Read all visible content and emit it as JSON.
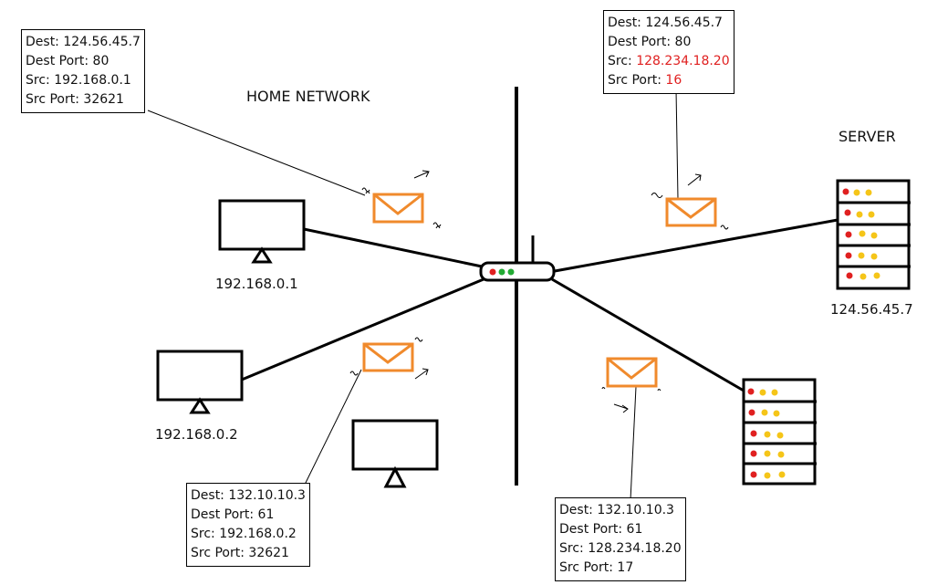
{
  "titles": {
    "home_network": "HOME NETWORK",
    "server": "SERVER"
  },
  "devices": {
    "pc1_ip": "192.168.0.1",
    "pc2_ip": "192.168.0.2",
    "server_ip": "124.56.45.7"
  },
  "packets": {
    "top_left": {
      "dest": "Dest: 124.56.45.7",
      "dest_port": "Dest Port: 80",
      "src_label": "Src: ",
      "src_value": "192.168.0.1",
      "src_port_label": "Src Port: ",
      "src_port_value": "32621"
    },
    "top_right": {
      "dest": "Dest: 124.56.45.7",
      "dest_port": "Dest Port: 80",
      "src_label": "Src: ",
      "src_value": "128.234.18.20",
      "src_port_label": "Src Port: ",
      "src_port_value": "16"
    },
    "bottom_left": {
      "dest": "Dest: 132.10.10.3",
      "dest_port": "Dest Port: 61",
      "src_label": "Src: ",
      "src_value": "192.168.0.2",
      "src_port_label": "Src Port: ",
      "src_port_value": "32621"
    },
    "bottom_right": {
      "dest": "Dest: 132.10.10.3",
      "dest_port": "Dest Port: 61",
      "src_label": "Src: ",
      "src_value": "128.234.18.20",
      "src_port_label": "Src Port: ",
      "src_port_value": "17"
    }
  },
  "colors": {
    "envelope": "#f08a2c",
    "led_red": "#e02020",
    "led_green": "#22aa33",
    "led_yellow": "#f5c518",
    "highlight_text": "#e02020"
  }
}
